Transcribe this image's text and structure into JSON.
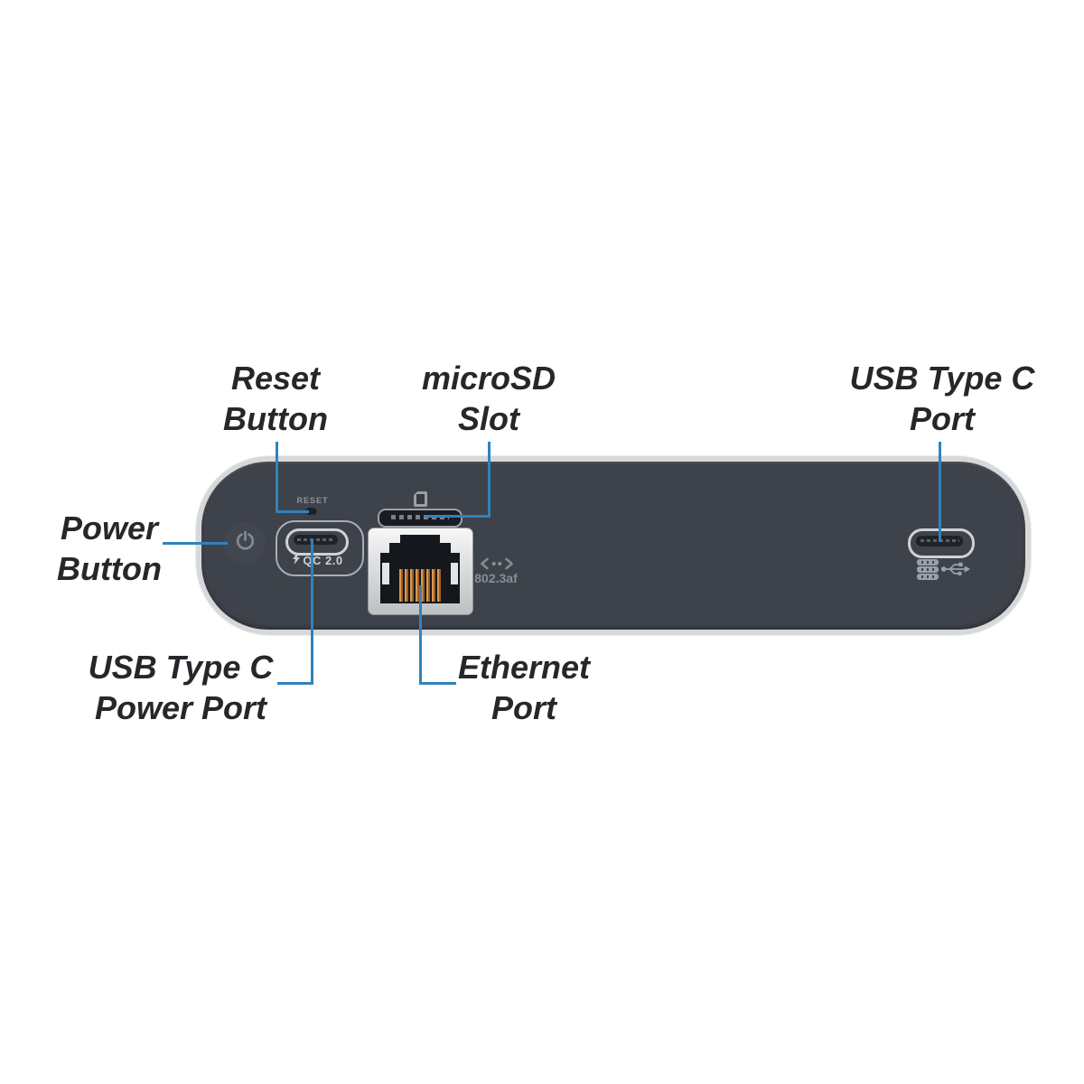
{
  "diagram_title": "device rear panel port callout diagram",
  "labels": {
    "reset": {
      "line1": "Reset",
      "line2": "Button"
    },
    "microsd": {
      "line1": "microSD",
      "line2": "Slot"
    },
    "usbc_port": {
      "line1": "USB Type C",
      "line2": "Port"
    },
    "power": {
      "line1": "Power",
      "line2": "Button"
    },
    "usbc_power": {
      "line1": "USB Type C",
      "line2": "Power Port"
    },
    "ethernet": {
      "line1": "Ethernet",
      "line2": "Port"
    }
  },
  "device": {
    "reset_text": "RESET",
    "qc_text": "QC 2.0",
    "poe_text": "802.3af"
  },
  "icons": {
    "power": "power-icon",
    "lightning": "lightning-icon",
    "sd_card": "sd-card-icon",
    "poe_arrows": "left-right-arrows-icon",
    "stacked_bars": "stacked-bars-icon",
    "usb_trident": "usb-trident-icon"
  },
  "colors": {
    "background": "#ffffff",
    "device_body": "#3e424a",
    "device_rim": "#d7d8da",
    "callout_line": "#3182bd",
    "label_text": "#27272b",
    "port_outline": "#ced2d8",
    "muted_icon": "#9ba0a9",
    "ethernet_pins": "#b06a28",
    "ethernet_bezel": "#dcdddf"
  }
}
